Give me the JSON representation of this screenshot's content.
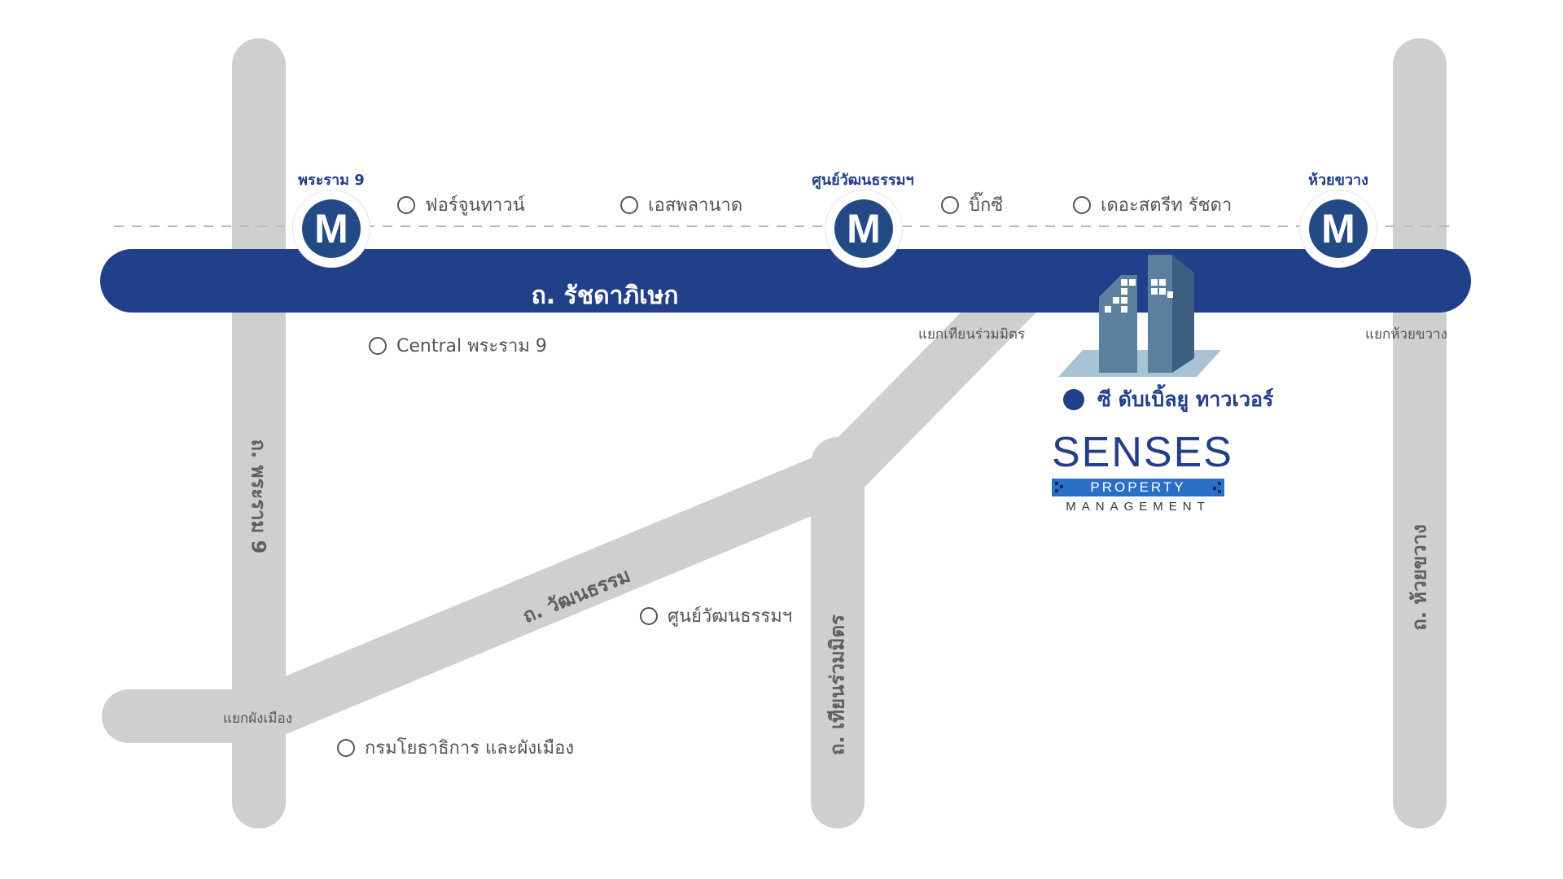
{
  "colors": {
    "main_road": "#223f8a",
    "side_road": "#cfcfcf",
    "metro_badge": "#244a86",
    "destination": "#223f8a",
    "poi_text": "#555555"
  },
  "main_road": {
    "label": "ถ. รัชดาภิเษก"
  },
  "roads": {
    "rama9": "ถ. พระราม 9",
    "watthana": "ถ. วัฒนธรรม",
    "thianruammit": "ถ. เทียนร่วมมิตร",
    "huaikhwang": "ถ. ห้วยขวาง"
  },
  "junctions": {
    "thianruammit": "แยกเทียนร่วมมิตร",
    "huaikhwang": "แยกห้วยขวาง",
    "phangmueang": "แยกผังเมือง"
  },
  "stations": [
    {
      "name": "พระราม 9",
      "icon": "metro-m-icon",
      "letter": "M"
    },
    {
      "name": "ศูนย์วัฒนธรรมฯ",
      "icon": "metro-m-icon",
      "letter": "M"
    },
    {
      "name": "ห้วยขวาง",
      "icon": "metro-m-icon",
      "letter": "M"
    }
  ],
  "pois": [
    {
      "label": "ฟอร์จูนทาวน์"
    },
    {
      "label": "เอสพลานาด"
    },
    {
      "label": "บิ๊กซี"
    },
    {
      "label": "เดอะสตรีท รัชดา"
    },
    {
      "label": "Central พระราม 9"
    },
    {
      "label": "ศูนย์วัฒนธรรมฯ"
    },
    {
      "label": "กรมโยธาธิการ และผังเมือง"
    }
  ],
  "destination": {
    "label": "ซี ดับเบิ้ลยู ทาวเวอร์",
    "icon": "building-icon"
  },
  "logo": {
    "title": "SENSES",
    "bar": "PROPERTY",
    "subtitle": "MANAGEMENT"
  }
}
